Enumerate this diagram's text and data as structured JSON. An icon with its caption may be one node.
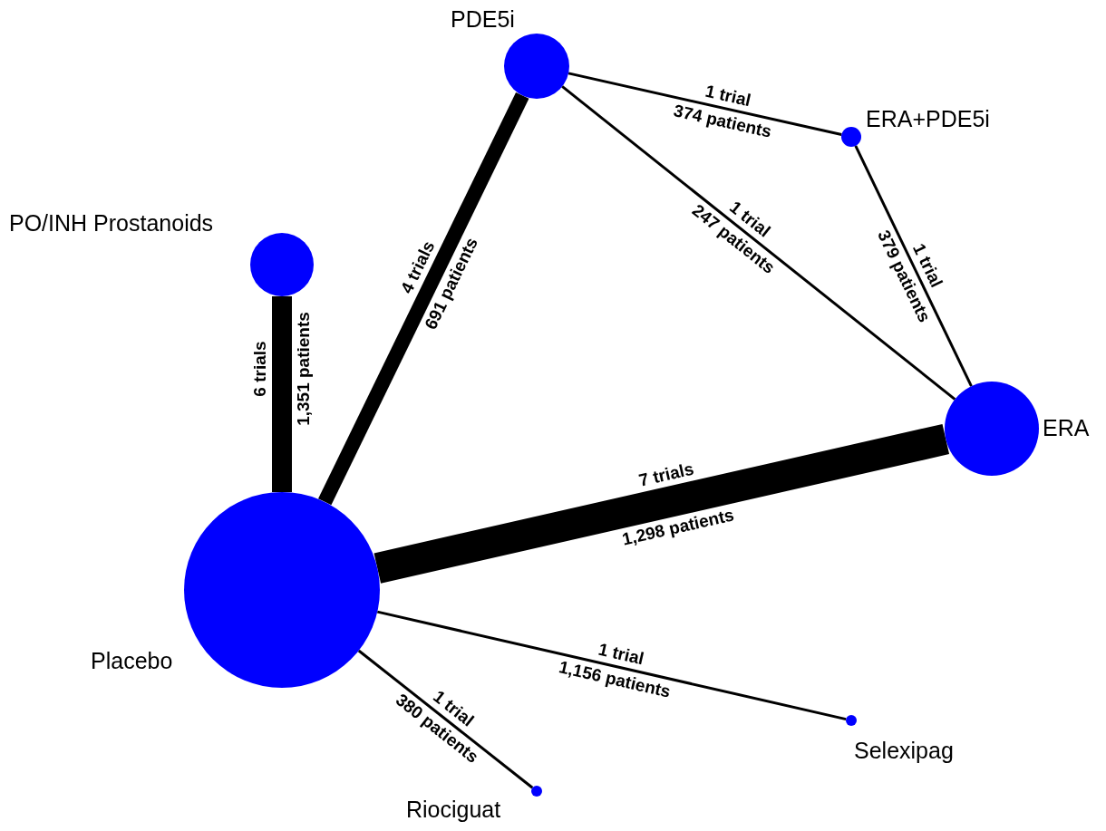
{
  "diagram": {
    "nodes": [
      {
        "text": [
          "PDE5i"
        ]
      },
      {
        "text": [
          "ERA+PDE5i"
        ]
      },
      {
        "text": [
          "PO/INH Prostanoids"
        ]
      },
      {
        "text": [
          "ERA"
        ]
      },
      {
        "text": [
          "Placebo"
        ]
      },
      {
        "text": [
          "Selexipag"
        ]
      },
      {
        "text": [
          "Riociguat"
        ]
      }
    ],
    "edges": [
      {
        "from": 4,
        "to": 2,
        "arrow": "none",
        "label": "6 trials",
        "style": "thick"
      },
      {
        "from": 4,
        "to": 0,
        "arrow": "none",
        "label": "4 trials",
        "style": "thick"
      },
      {
        "from": 4,
        "to": 3,
        "arrow": "none",
        "label": "7 trials",
        "style": "thick"
      },
      {
        "from": 0,
        "to": 1,
        "arrow": "none",
        "label": "1 trial"
      },
      {
        "from": 0,
        "to": 3,
        "arrow": "none",
        "label": "1 trial"
      },
      {
        "from": 1,
        "to": 3,
        "arrow": "none",
        "label": "1 trial"
      },
      {
        "from": 4,
        "to": 5,
        "arrow": "none",
        "label": "1 trial"
      },
      {
        "from": 4,
        "to": 6,
        "arrow": "none",
        "label": "1 trial"
      }
    ],
    "labels": [
      "1,351 patients",
      "691 patients",
      "1,298 patients",
      "374 patients",
      "247 patients",
      "379 patients",
      "1,156 patients",
      "380 patients"
    ]
  }
}
